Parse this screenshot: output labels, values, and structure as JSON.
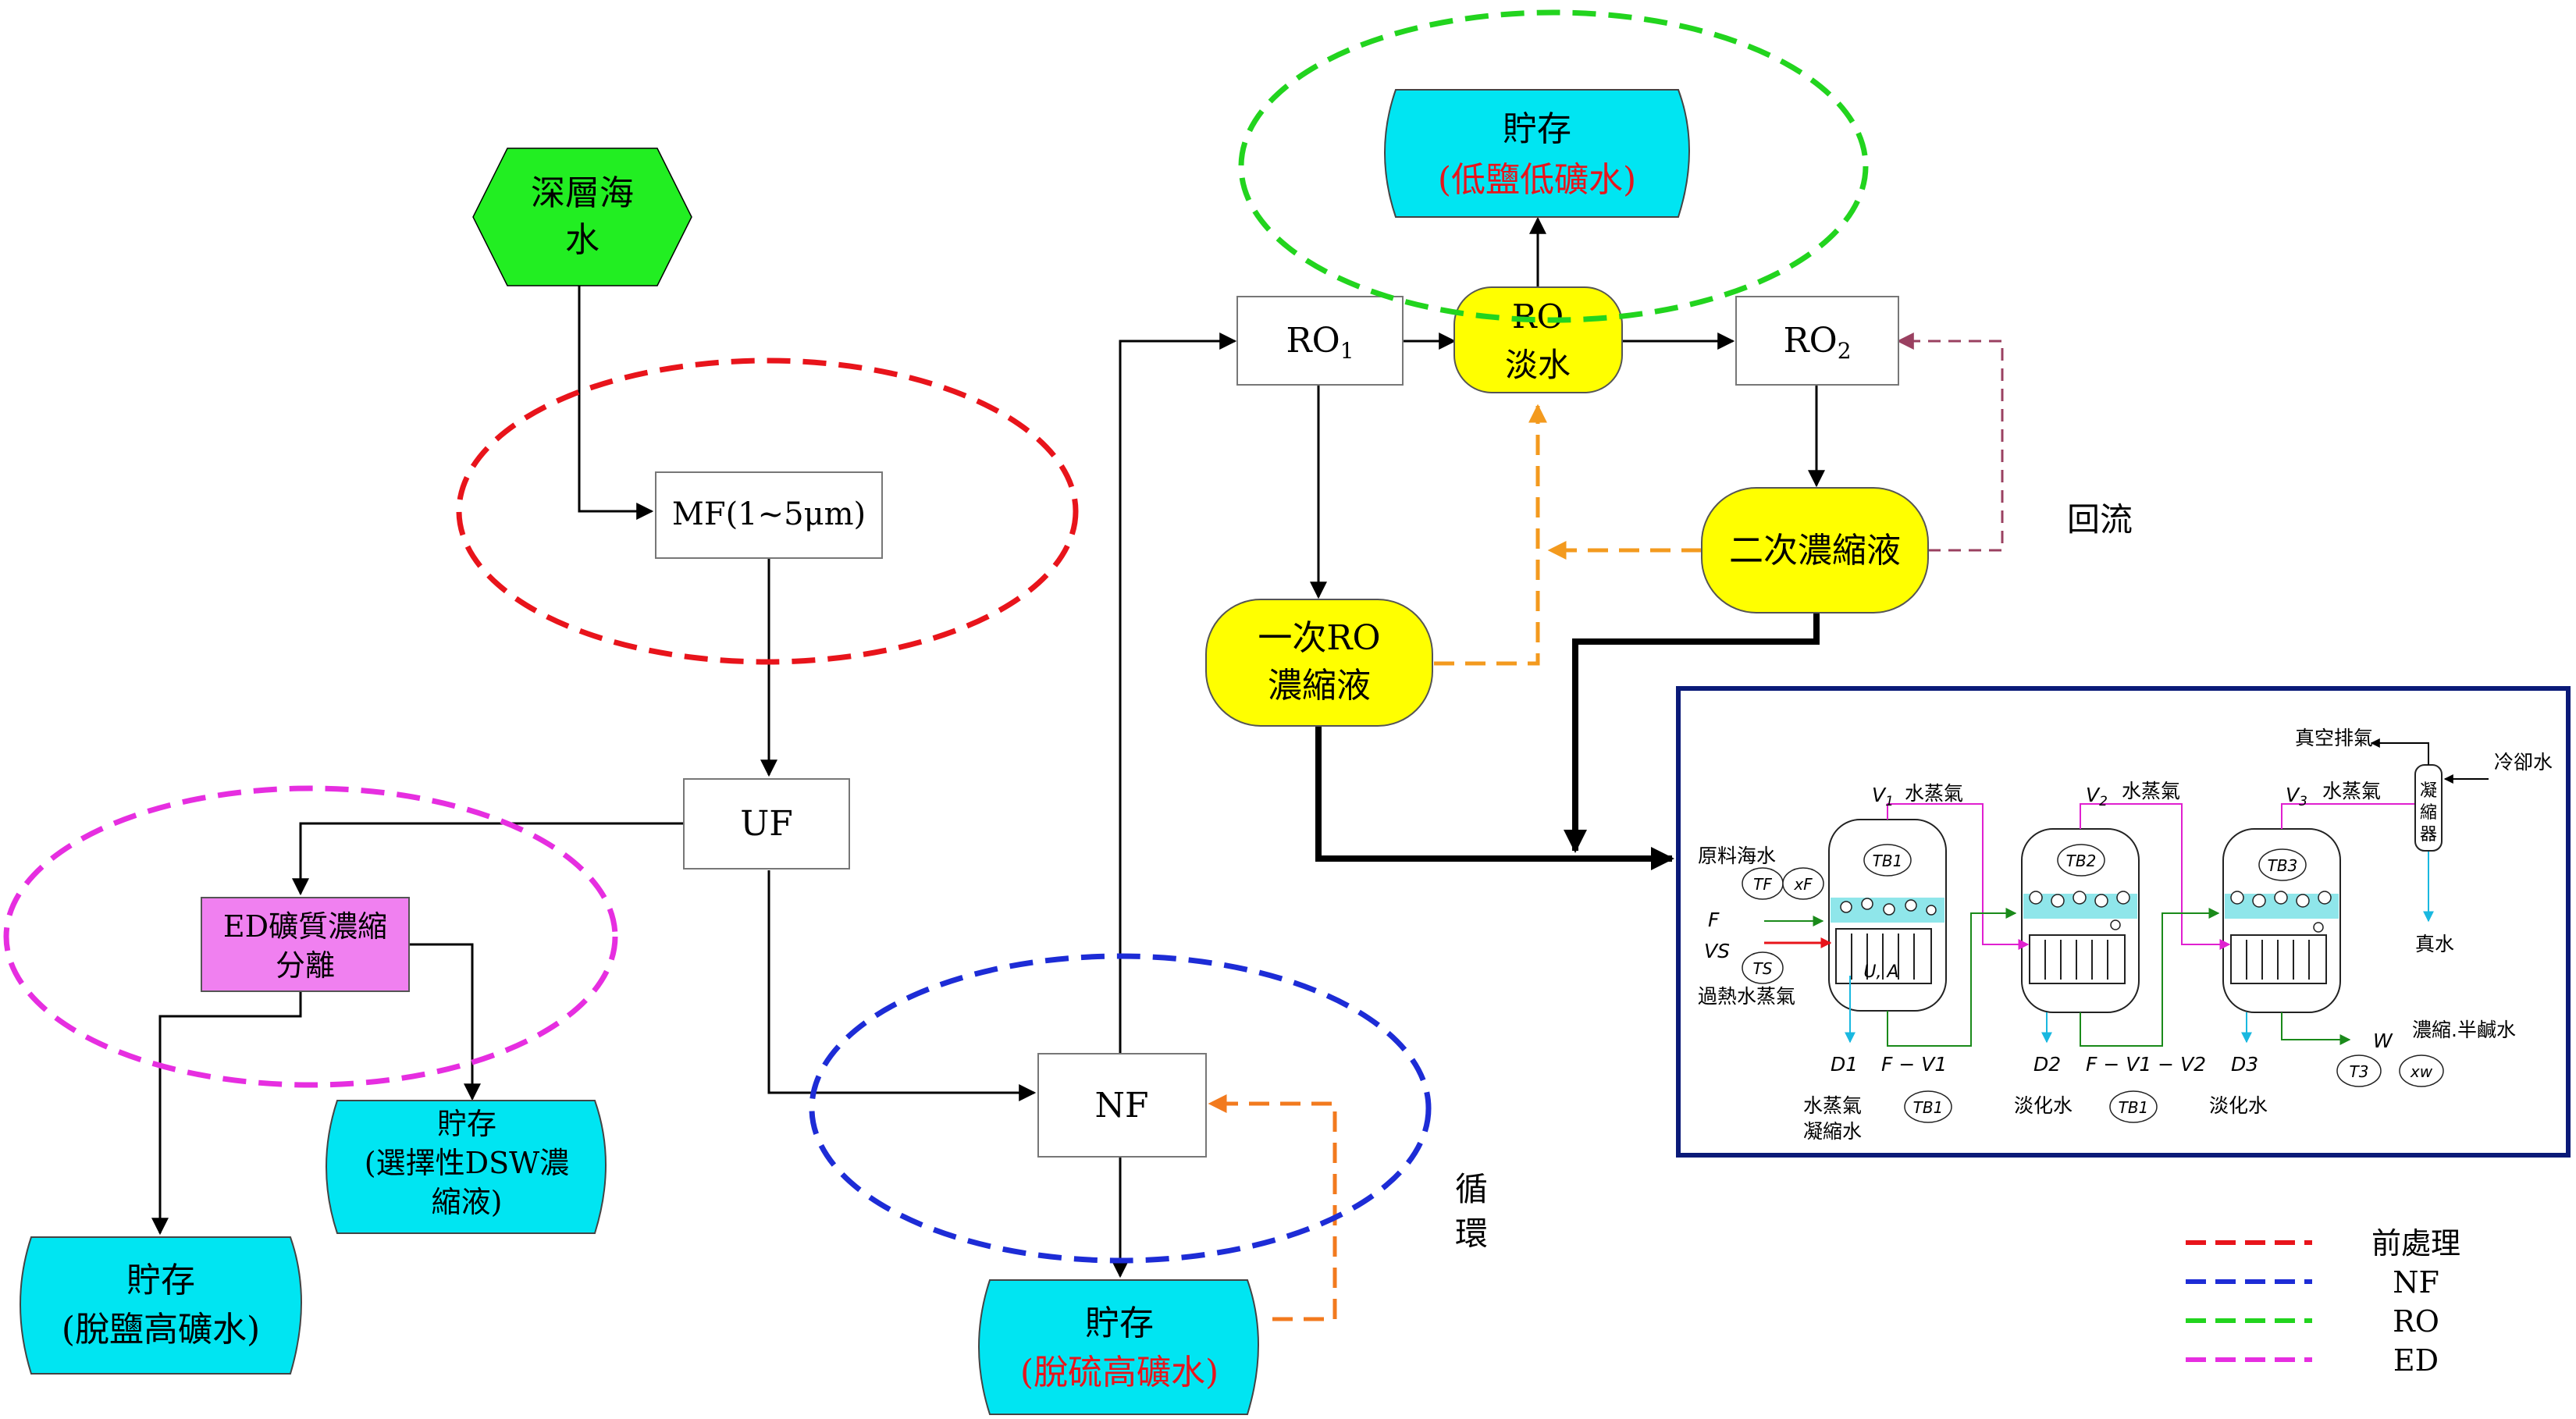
{
  "nodes": {
    "source": {
      "line1": "深層海",
      "line2": "水"
    },
    "mf": {
      "label": "MF(1~5μm)"
    },
    "uf": {
      "label": "UF"
    },
    "nf": {
      "label": "NF"
    },
    "ed": {
      "line1": "ED礦質濃縮",
      "line2": "分離"
    },
    "ro1": {
      "label": "RO",
      "sub": "1"
    },
    "ro2": {
      "label": "RO",
      "sub": "2"
    },
    "ro_fresh": {
      "line1": "RO",
      "line2": "淡水"
    },
    "ro_conc1": {
      "line1": "一次RO",
      "line2": "濃縮液"
    },
    "ro_conc2": {
      "label": "二次濃縮液"
    },
    "store_low": {
      "line1": "貯存",
      "line2": "(低鹽低礦水)"
    },
    "store_dsw": {
      "line1": "貯存",
      "line2": "(選擇性DSW濃",
      "line3": "縮液)"
    },
    "store_desalt": {
      "line1": "貯存",
      "line2": "(脫鹽高礦水)"
    },
    "store_desulf": {
      "line1": "貯存",
      "line2": "(脫硫高礦水)"
    }
  },
  "annotations": {
    "reflux": "回流",
    "cycle_line1": "循",
    "cycle_line2": "環"
  },
  "legend": [
    {
      "label": "前處理",
      "color": "#e8141b"
    },
    {
      "label": "NF",
      "color": "#1d2cd6"
    },
    {
      "label": "RO",
      "color": "#22d41e"
    },
    {
      "label": "ED",
      "color": "#e62ee0"
    }
  ],
  "evaporator": {
    "vacuum_exhaust": "真空排氣",
    "cooling_water": "冷卻水",
    "condenser": [
      "凝",
      "縮",
      "器"
    ],
    "pure_water": "真水",
    "raw_seawater": "原料海水",
    "superheated_steam": "過熱水蒸氣",
    "steam": "水蒸氣",
    "v1": "V",
    "v1_sub": "1",
    "v2": "V",
    "v2_sub": "2",
    "v3": "V",
    "v3_sub": "3",
    "tb1": "TB1",
    "tb2": "TB2",
    "tb3": "TB3",
    "tf": "TF",
    "xf": "xF",
    "ts": "TS",
    "f": "F",
    "vs": "VS",
    "ua": "U, A",
    "d1": "D1",
    "d2": "D2",
    "d3": "D3",
    "f_v1": "F − V1",
    "f_v1_v2": "F − V1 − V2",
    "steam_condensate_1": "水蒸氣",
    "steam_condensate_2": "凝縮水",
    "desalinated_1": "淡化水",
    "desalinated_2": "淡化水",
    "w": "W",
    "conc_brine": "濃縮.半鹹水",
    "t3": "T3",
    "xw": "xw",
    "colors": {
      "frame": "#0a1a78",
      "steam": "#e020d0",
      "brine": "#1a8a1a",
      "water": "#8fe6ea",
      "cyan_arrow": "#19b8e0"
    }
  },
  "colors": {
    "source": "#22ee22",
    "ed": "#f080f0",
    "storage": "#00e5f2",
    "yellow": "#ffff00",
    "highlight_red": "#e8141b",
    "orange_arrow": "#f39a1e",
    "recycle_arrow": "#f28a1e",
    "reflux_arrow": "#9a4060"
  }
}
